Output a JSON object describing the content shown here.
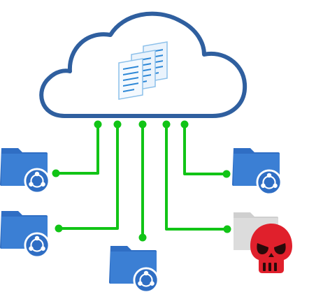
{
  "diagram": {
    "description_visible_text": "",
    "colors": {
      "cloud_outline": "#2f5f9f",
      "connector_green": "#11c416",
      "folder_blue": "#2f6ec4",
      "folder_blue_tab": "#3b7fd4",
      "folder_gray": "#d6d6d6",
      "skull_red": "#e0202c",
      "document_blue": "#2b86d6"
    },
    "nodes": [
      {
        "id": "cloud",
        "icon": "cloud-icon"
      },
      {
        "id": "documents",
        "icon": "documents-stack-icon"
      },
      {
        "id": "folder-left-top",
        "icon": "shared-folder-icon",
        "state": "synced"
      },
      {
        "id": "folder-left-bottom",
        "icon": "shared-folder-icon",
        "state": "synced"
      },
      {
        "id": "folder-bottom-center",
        "icon": "shared-folder-icon",
        "state": "synced"
      },
      {
        "id": "folder-right-top",
        "icon": "shared-folder-icon",
        "state": "synced"
      },
      {
        "id": "folder-right-bottom",
        "icon": "infected-folder-icon",
        "state": "compromised"
      }
    ],
    "edges": [
      {
        "from": "cloud",
        "to": "folder-left-top"
      },
      {
        "from": "cloud",
        "to": "folder-left-bottom"
      },
      {
        "from": "cloud",
        "to": "folder-bottom-center"
      },
      {
        "from": "cloud",
        "to": "folder-right-top"
      },
      {
        "from": "cloud",
        "to": "folder-right-bottom"
      }
    ]
  }
}
